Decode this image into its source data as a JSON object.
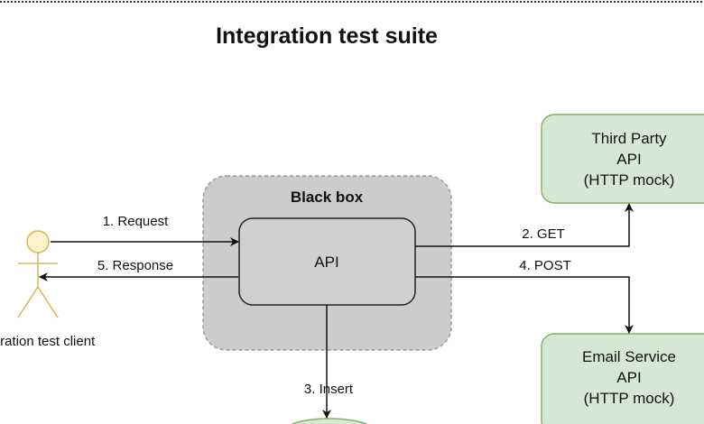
{
  "title": "Integration test suite",
  "client_label": "Integration test client",
  "black_box": {
    "label": "Black box",
    "api_label": "API"
  },
  "third_party": {
    "lines": [
      "Third Party",
      "API",
      "(HTTP mock)"
    ]
  },
  "email_service": {
    "lines": [
      "Email Service",
      "API",
      "(HTTP mock)"
    ]
  },
  "arrows": {
    "request": "1. Request",
    "get": "2. GET",
    "insert": "3. Insert",
    "post": "4. POST",
    "response": "5. Response"
  },
  "colors": {
    "green_fill": "#d5e8d4",
    "green_stroke": "#82b366",
    "gray_fill": "#cccccc",
    "actor_fill": "#fff2cc"
  }
}
